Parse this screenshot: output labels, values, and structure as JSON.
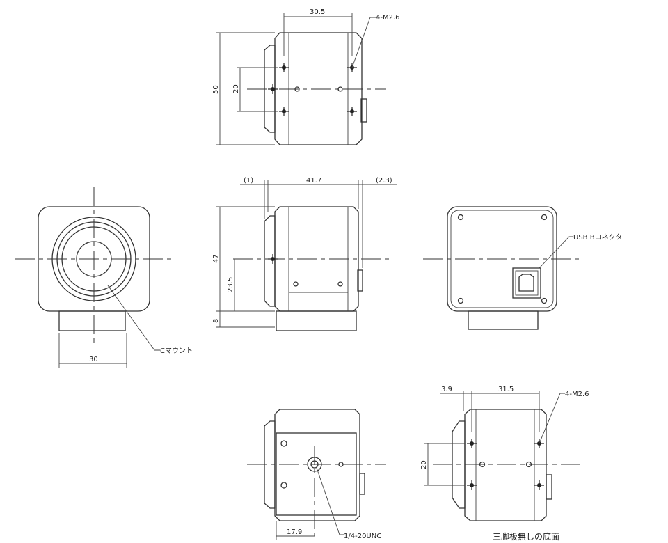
{
  "top_view": {
    "dim_width": "30.5",
    "dim_height": "50",
    "dim_hole_pitch": "20",
    "screw_label": "4-M2.6"
  },
  "front_view": {
    "dim_base_width": "30",
    "mount_label": "Cマウント"
  },
  "side_view": {
    "dim_front_offset": "(1)",
    "dim_length": "41.7",
    "dim_rear_offset": "(2.3)",
    "dim_height": "47",
    "dim_center_height": "23.5",
    "dim_base_height": "8"
  },
  "back_view": {
    "connector_label": "USB Bコネクタ"
  },
  "bottom_view": {
    "dim_tripod_offset": "17.9",
    "tripod_label": "1/4-20UNC"
  },
  "bottom_view_no_plate": {
    "dim_front_offset": "3.9",
    "dim_width": "31.5",
    "dim_hole_pitch": "20",
    "screw_label": "4-M2.6",
    "caption": "三脚板無しの底面"
  }
}
